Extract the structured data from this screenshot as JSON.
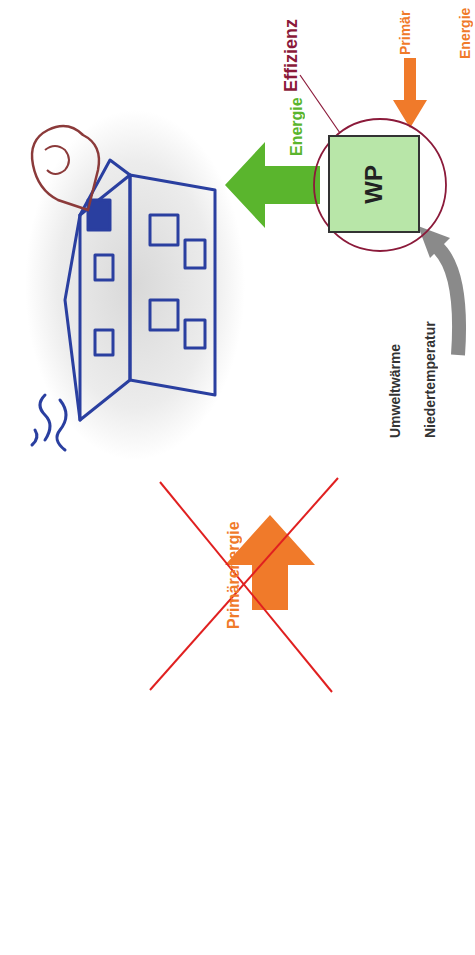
{
  "diagram": {
    "nodes": [
      {
        "text": [
          "WP"
        ]
      }
    ],
    "labels": [
      "Effizienz",
      "Primär Energie",
      "Energie",
      "Umweltwärme Niedertemperatur",
      "Primärenergie"
    ]
  }
}
